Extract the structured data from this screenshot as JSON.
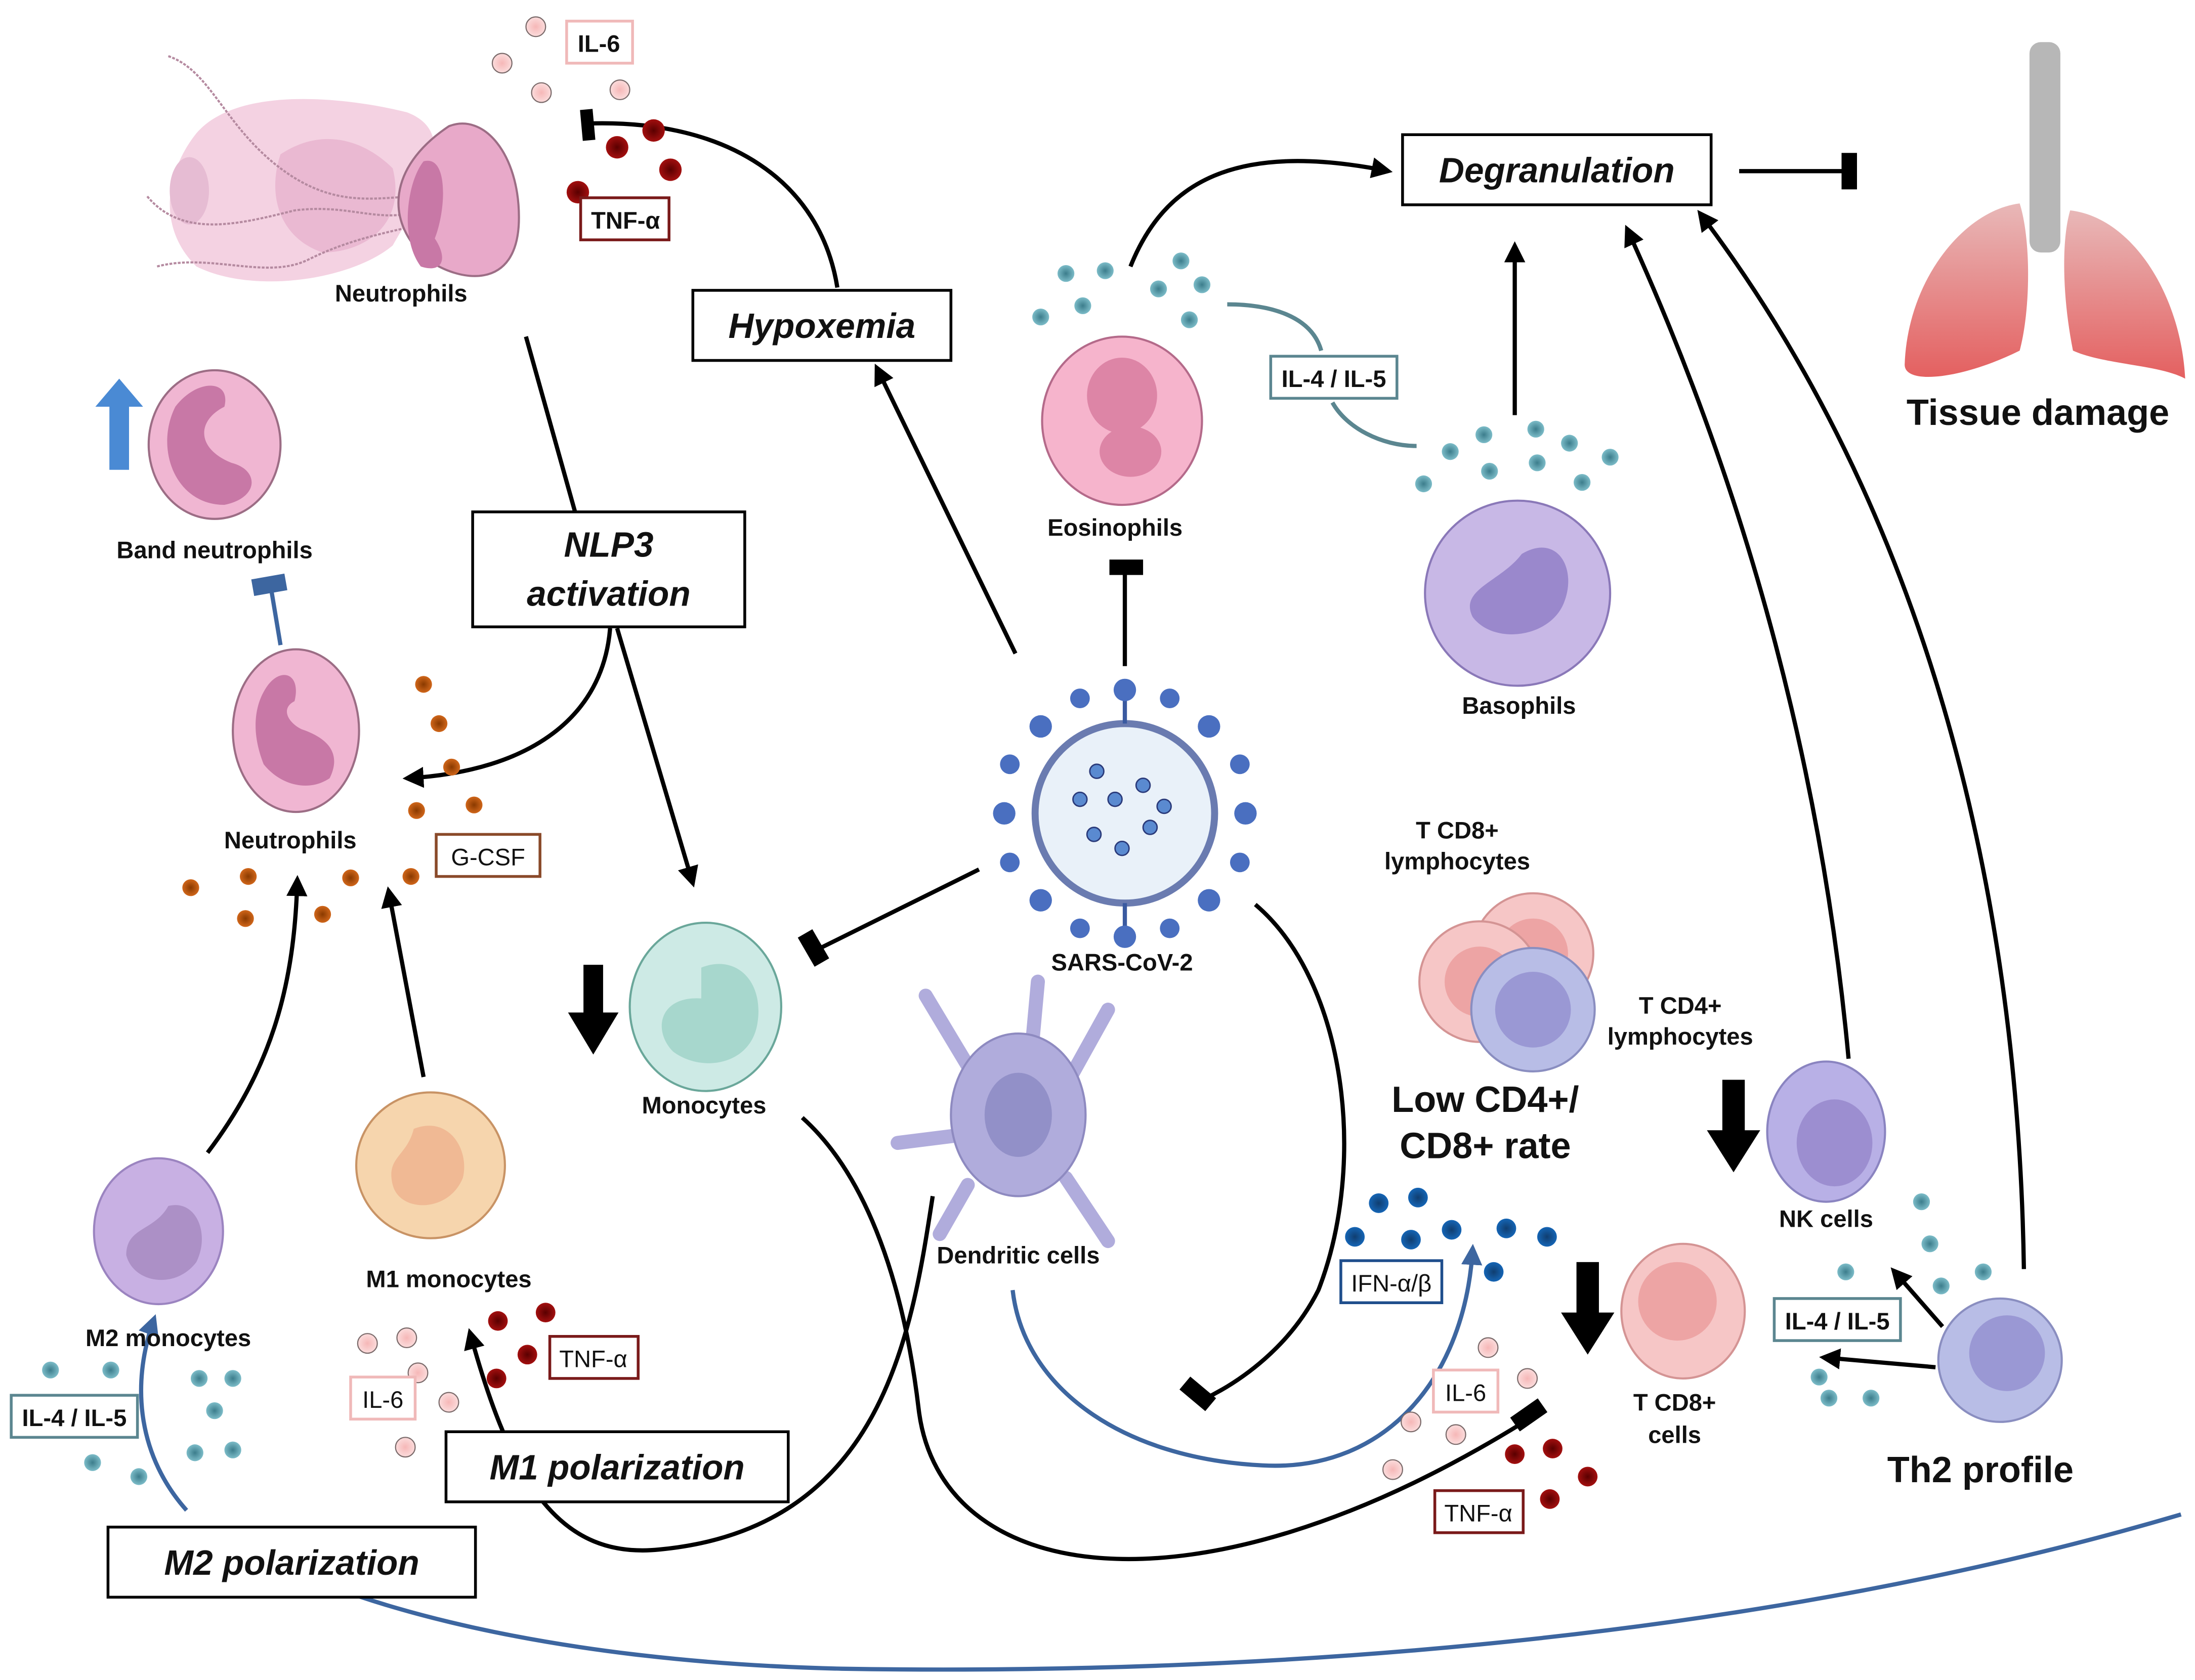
{
  "figure": {
    "subject": "SARS-CoV-2 immune cell dysregulation"
  },
  "process_boxes": {
    "hypoxemia": "Hypoxemia",
    "degranulation": "Degranulation",
    "nlp3_line1": "NLP3",
    "nlp3_line2": "activation",
    "m1_polarization": "M1 polarization",
    "m2_polarization": "M2 polarization"
  },
  "cells": {
    "neutrophils_net": "Neutrophils",
    "band_neutrophils": "Band neutrophils",
    "neutrophils": "Neutrophils",
    "monocytes": "Monocytes",
    "m1_monocytes": "M1 monocytes",
    "m2_monocytes": "M2 monocytes",
    "eosinophils": "Eosinophils",
    "basophils": "Basophils",
    "sars_cov_2": "SARS-CoV-2",
    "dendritic_cells": "Dendritic cells",
    "t_cd8_lymphocytes_line1": "T CD8+",
    "t_cd8_lymphocytes_line2": "lymphocytes",
    "t_cd4_lymphocytes_line1": "T CD4+",
    "t_cd4_lymphocytes_line2": "lymphocytes",
    "low_ratio_line1": "Low CD4+/",
    "low_ratio_line2": "CD8+ rate",
    "nk_cells": "NK cells",
    "t_cd8_cells_line1": "T CD8+",
    "t_cd8_cells_line2": "cells",
    "th2_profile": "Th2 profile",
    "tissue_damage": "Tissue damage"
  },
  "cytokines": {
    "il6_top": "IL-6",
    "tnf_top": "TNF-α",
    "il4_il5_eos": "IL-4 / IL-5",
    "gcsf": "G-CSF",
    "tnf_m1": "TNF-α",
    "il6_m1": "IL-6",
    "il4_il5_m2": "IL-4 / IL-5",
    "ifn": "IFN-α/β",
    "il6_bottom": "IL-6",
    "tnf_bottom": "TNF-α",
    "il4_il5_th2": "IL-4 / IL-5"
  },
  "colors": {
    "il6_border": "#f0b9b9",
    "tnf_border": "#7a1a1a",
    "il4_border": "#5b8690",
    "gcsf_border": "#8a4a2a",
    "ifn_border": "#1f4e8c",
    "increase_arrow": "#4a8ad4",
    "inhibit_blue": "#3d66a0",
    "lung_red": "#e46a6a"
  },
  "indicators": {
    "band_neutrophils_trend": "increase",
    "monocytes_trend": "decrease",
    "t_cd4_trend": "decrease",
    "t_cd8_trend": "decrease"
  }
}
